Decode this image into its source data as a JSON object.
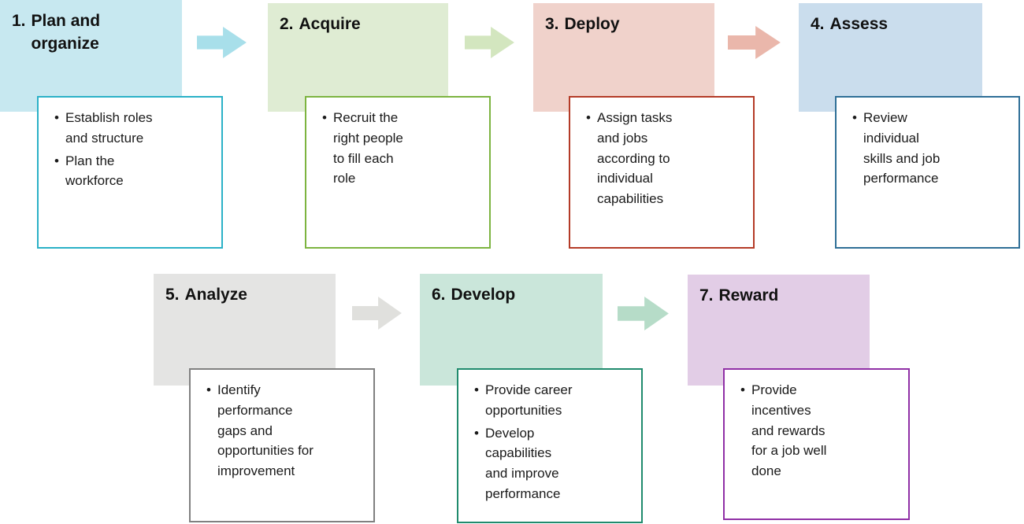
{
  "diagram": {
    "background": "#ffffff",
    "text_color": "#111111",
    "steps": [
      {
        "number": "1.",
        "title": "Plan and organize",
        "bullets": [
          "Establish roles and structure",
          "Plan the workforce"
        ],
        "header_bg": "#c7e8f0",
        "border_color": "#2bb1c7"
      },
      {
        "number": "2.",
        "title": "Acquire",
        "bullets": [
          "Recruit the right people to fill each role"
        ],
        "header_bg": "#dfecd3",
        "border_color": "#7db440"
      },
      {
        "number": "3.",
        "title": "Deploy",
        "bullets": [
          "Assign tasks and jobs according to individual capabilities"
        ],
        "header_bg": "#f0d2cb",
        "border_color": "#b43b27"
      },
      {
        "number": "4.",
        "title": "Assess",
        "bullets": [
          "Review individual skills and job performance"
        ],
        "header_bg": "#cadded",
        "border_color": "#2f6f97"
      },
      {
        "number": "5.",
        "title": "Analyze",
        "bullets": [
          "Identify performance gaps and opportunities for improvement"
        ],
        "header_bg": "#e4e4e3",
        "border_color": "#808080"
      },
      {
        "number": "6.",
        "title": "Develop",
        "bullets": [
          "Provide career opportunities",
          "Develop capabilities and improve performance"
        ],
        "header_bg": "#cae6da",
        "border_color": "#208b6d"
      },
      {
        "number": "7.",
        "title": "Reward",
        "bullets": [
          "Provide incentives and rewards for a job well done"
        ],
        "header_bg": "#e2cde6",
        "border_color": "#9030a6"
      }
    ],
    "arrows": [
      {
        "from_step": "1",
        "to_step": "2",
        "color": "#a8dfea"
      },
      {
        "from_step": "2",
        "to_step": "3",
        "color": "#d3e6bf"
      },
      {
        "from_step": "3",
        "to_step": "4",
        "color": "#eab7ab"
      },
      {
        "from_step": "5",
        "to_step": "6",
        "color": "#e0e0dd"
      },
      {
        "from_step": "6",
        "to_step": "7",
        "color": "#b6dcc8"
      }
    ]
  }
}
